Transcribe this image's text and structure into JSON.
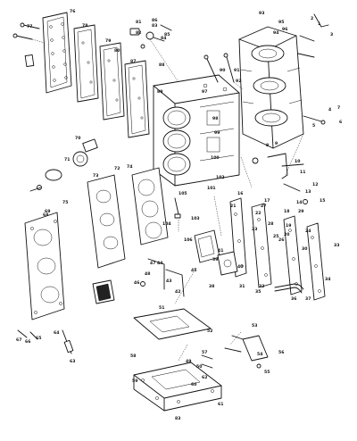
{
  "figure": {
    "footer_label": "83",
    "callouts": [
      {
        "id": "c1",
        "text": "77"
      },
      {
        "id": "c2",
        "text": "76"
      },
      {
        "id": "c3",
        "text": "78"
      },
      {
        "id": "c4",
        "text": "79"
      },
      {
        "id": "c5",
        "text": "80"
      },
      {
        "id": "c6",
        "text": "81"
      },
      {
        "id": "c7",
        "text": "82"
      },
      {
        "id": "c8",
        "text": "83"
      },
      {
        "id": "c9",
        "text": "84"
      },
      {
        "id": "c10",
        "text": "85"
      },
      {
        "id": "c11",
        "text": "86"
      },
      {
        "id": "c12",
        "text": "87"
      },
      {
        "id": "c13",
        "text": "88"
      },
      {
        "id": "c14",
        "text": "89"
      },
      {
        "id": "c15",
        "text": "90"
      },
      {
        "id": "c16",
        "text": "91"
      },
      {
        "id": "c17",
        "text": "92"
      },
      {
        "id": "c18",
        "text": "93"
      },
      {
        "id": "c19",
        "text": "94"
      },
      {
        "id": "c20",
        "text": "95"
      },
      {
        "id": "c21",
        "text": "96"
      },
      {
        "id": "c22",
        "text": "97"
      },
      {
        "id": "c23",
        "text": "98"
      },
      {
        "id": "c24",
        "text": "99"
      },
      {
        "id": "c25",
        "text": "100"
      },
      {
        "id": "c26",
        "text": "101"
      },
      {
        "id": "c27",
        "text": "102"
      },
      {
        "id": "c28",
        "text": "103"
      },
      {
        "id": "c29",
        "text": "104"
      },
      {
        "id": "c30",
        "text": "105"
      },
      {
        "id": "c31",
        "text": "106"
      },
      {
        "id": "c32",
        "text": "1"
      },
      {
        "id": "c33",
        "text": "2"
      },
      {
        "id": "c34",
        "text": "3"
      },
      {
        "id": "c35",
        "text": "4"
      },
      {
        "id": "c36",
        "text": "5"
      },
      {
        "id": "c37",
        "text": "6"
      },
      {
        "id": "c38",
        "text": "7"
      },
      {
        "id": "c39",
        "text": "8"
      },
      {
        "id": "c40",
        "text": "9"
      },
      {
        "id": "c41",
        "text": "10"
      },
      {
        "id": "c42",
        "text": "11"
      },
      {
        "id": "c43",
        "text": "12"
      },
      {
        "id": "c44",
        "text": "13"
      },
      {
        "id": "c45",
        "text": "14"
      },
      {
        "id": "c46",
        "text": "15"
      },
      {
        "id": "c47",
        "text": "16"
      },
      {
        "id": "c48",
        "text": "17"
      },
      {
        "id": "c49",
        "text": "18"
      },
      {
        "id": "c50",
        "text": "19"
      },
      {
        "id": "c51",
        "text": "20"
      },
      {
        "id": "c52",
        "text": "21"
      },
      {
        "id": "c53",
        "text": "22"
      },
      {
        "id": "c54",
        "text": "23"
      },
      {
        "id": "c55",
        "text": "24"
      },
      {
        "id": "c56",
        "text": "25"
      },
      {
        "id": "c57",
        "text": "26"
      },
      {
        "id": "c58",
        "text": "27"
      },
      {
        "id": "c59",
        "text": "28"
      },
      {
        "id": "c60",
        "text": "29"
      },
      {
        "id": "c61",
        "text": "30"
      },
      {
        "id": "c62",
        "text": "31"
      },
      {
        "id": "c63",
        "text": "32"
      },
      {
        "id": "c64",
        "text": "33"
      },
      {
        "id": "c65",
        "text": "34"
      },
      {
        "id": "c66",
        "text": "35"
      },
      {
        "id": "c67",
        "text": "36"
      },
      {
        "id": "c68",
        "text": "37"
      },
      {
        "id": "c69",
        "text": "38"
      },
      {
        "id": "c70",
        "text": "39"
      },
      {
        "id": "c71",
        "text": "40"
      },
      {
        "id": "c72",
        "text": "41"
      },
      {
        "id": "c73",
        "text": "42"
      },
      {
        "id": "c74",
        "text": "43"
      },
      {
        "id": "c75",
        "text": "44"
      },
      {
        "id": "c76",
        "text": "45"
      },
      {
        "id": "c77",
        "text": "46"
      },
      {
        "id": "c78",
        "text": "47"
      },
      {
        "id": "c79",
        "text": "48"
      },
      {
        "id": "c80",
        "text": "49"
      },
      {
        "id": "c81",
        "text": "50"
      },
      {
        "id": "c82",
        "text": "51"
      },
      {
        "id": "c83",
        "text": "52"
      },
      {
        "id": "c84",
        "text": "53"
      },
      {
        "id": "c85",
        "text": "54"
      },
      {
        "id": "c86",
        "text": "55"
      },
      {
        "id": "c87",
        "text": "56"
      },
      {
        "id": "c88",
        "text": "57"
      },
      {
        "id": "c89",
        "text": "58"
      },
      {
        "id": "c90",
        "text": "59"
      },
      {
        "id": "c91",
        "text": "60"
      },
      {
        "id": "c92",
        "text": "61"
      },
      {
        "id": "c93",
        "text": "62"
      },
      {
        "id": "c94",
        "text": "63"
      },
      {
        "id": "c95",
        "text": "64"
      },
      {
        "id": "c96",
        "text": "65"
      },
      {
        "id": "c97",
        "text": "66"
      },
      {
        "id": "c98",
        "text": "67"
      },
      {
        "id": "c99",
        "text": "68"
      },
      {
        "id": "c100",
        "text": "69"
      },
      {
        "id": "c101",
        "text": "70"
      },
      {
        "id": "c102",
        "text": "71"
      },
      {
        "id": "c103",
        "text": "72"
      },
      {
        "id": "c104",
        "text": "73"
      },
      {
        "id": "c105",
        "text": "74"
      },
      {
        "id": "c106",
        "text": "75"
      }
    ]
  }
}
